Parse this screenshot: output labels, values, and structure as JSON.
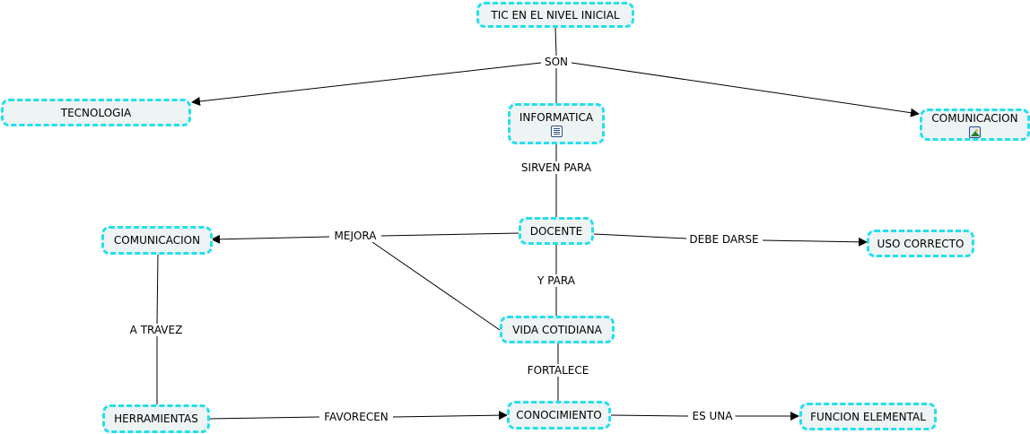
{
  "nodes": {
    "root": "TIC EN EL NIVEL INICIAL",
    "tecnologia": "TECNOLOGIA",
    "informatica": "INFORMATICA",
    "comunicacion_top": "COMUNICACION",
    "comunicacion_left": "COMUNICACION",
    "docente": "DOCENTE",
    "uso_correcto": "USO CORRECTO",
    "vida_cotidiana": "VIDA COTIDIANA",
    "herramientas": "HERRAMIENTAS",
    "conocimiento": "CONOCIMIENTO",
    "funcion_elemental": "FUNCION ELEMENTAL"
  },
  "links": {
    "son": "SON",
    "sirven_para": "SIRVEN PARA",
    "mejora": "MEJORA",
    "debe_darse": "DEBE DARSE",
    "y_para": "Y PARA",
    "a_travez": "A TRAVEZ",
    "fortalece": "FORTALECE",
    "favorecen": "FAVORECEN",
    "es_una": "ES UNA"
  },
  "icons": {
    "informatica_resource": "document-icon",
    "comunicacion_resource": "image-icon"
  },
  "colors": {
    "node_border": "#22e0ee",
    "node_fill": "#eef3f4",
    "line": "#000000"
  }
}
